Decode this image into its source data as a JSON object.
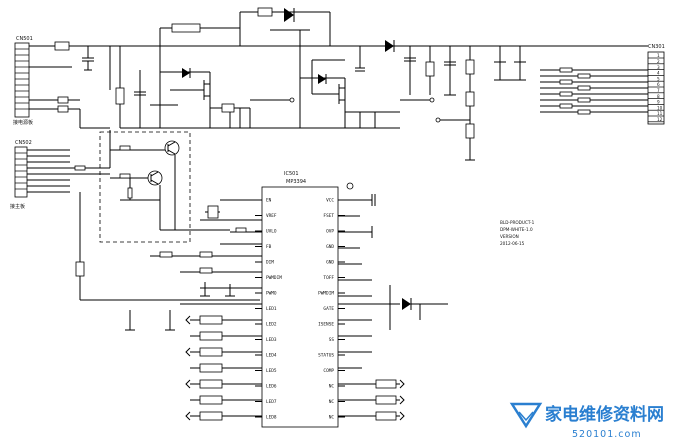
{
  "connectors": {
    "cn501_label": "CN501",
    "cn502_label": "CN502",
    "cn301_label": "CN301",
    "cn501_caption": "接电源板",
    "cn502_caption": "接主板",
    "cn301_pins": [
      "1",
      "2",
      "3",
      "4",
      "5",
      "6",
      "7",
      "8",
      "9",
      "10",
      "11",
      "12"
    ]
  },
  "ic": {
    "ref": "IC501",
    "part": "MP3394",
    "left_pins": [
      "EN",
      "VREF",
      "UVLO",
      "FB",
      "DIM",
      "PWMDIM",
      "PWMO",
      "LED1",
      "LED2",
      "LED3",
      "LED4",
      "LED5",
      "LED6",
      "LED7",
      "LED8"
    ],
    "right_pins": [
      "VCC",
      "FSET",
      "OVP",
      "GND",
      "GND",
      "TOFF",
      "PWMDIM",
      "GATE",
      "ISENSE",
      "SS",
      "STATUS",
      "COMP",
      "NC",
      "NC",
      "NC"
    ]
  },
  "board_info": {
    "line1": "BLD-PRODUCT-1",
    "line2": "DPM-WHITE-1.0",
    "line3": "VERSION",
    "line4": "2012-06-15"
  },
  "watermark": {
    "text": "家电维修资料网",
    "url": "520101.com"
  }
}
